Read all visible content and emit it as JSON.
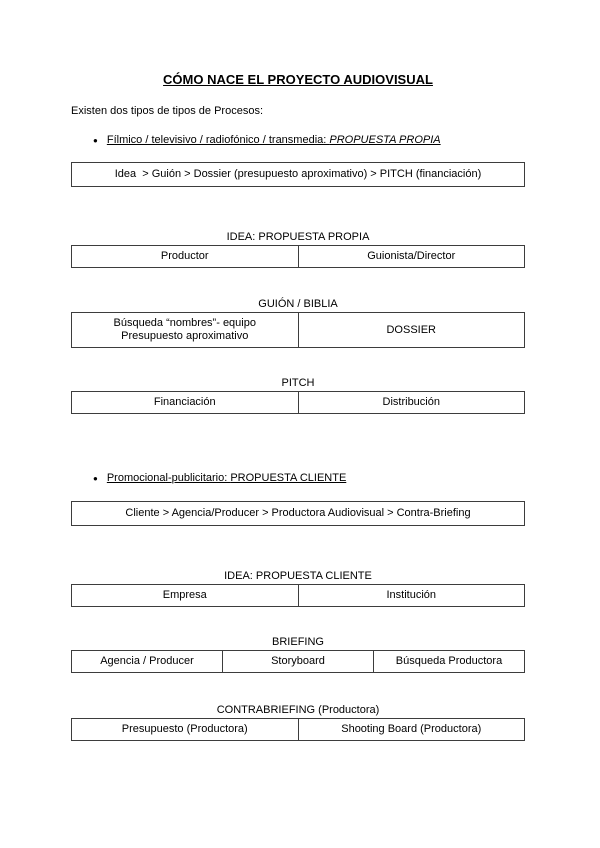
{
  "doc": {
    "title": "CÓMO NACE EL PROYECTO AUDIOVISUAL",
    "intro": "Existen dos tipos de tipos de Procesos:",
    "bullet_marker": "●"
  },
  "propia": {
    "bullet_prefix": "Fílmico / televisivo / radiofónico / transmedia: ",
    "bullet_emphasis": "PROPUESTA PROPIA",
    "flow": "Idea  > Guión > Dossier (presupuesto aproximativo) > PITCH (financiación)",
    "sections": [
      {
        "heading": "IDEA: PROPUESTA PROPIA",
        "cells": [
          "Productor",
          "Guionista/Director"
        ]
      },
      {
        "heading": "GUIÓN / BIBLIA",
        "cells": [
          "Búsqueda “nombres”- equipo\nPresupuesto aproximativo",
          "DOSSIER"
        ]
      },
      {
        "heading": "PITCH",
        "cells": [
          "Financiación",
          "Distribución"
        ]
      }
    ]
  },
  "cliente": {
    "bullet_prefix": "Promocional-publicitario: ",
    "bullet_emphasis": "PROPUESTA CLIENTE",
    "flow": "Cliente > Agencia/Producer > Productora Audiovisual > Contra-Briefing",
    "sections": [
      {
        "heading": "IDEA: PROPUESTA CLIENTE",
        "cells": [
          "Empresa",
          "Institución"
        ]
      },
      {
        "heading": "BRIEFING",
        "cells": [
          "Agencia / Producer",
          "Storyboard",
          "Búsqueda Productora"
        ]
      },
      {
        "heading": "CONTRABRIEFING (Productora)",
        "cells": [
          "Presupuesto (Productora)",
          "Shooting Board (Productora)"
        ]
      }
    ]
  },
  "colors": {
    "text": "#000000",
    "border": "#3d3d3d",
    "background": "#ffffff"
  }
}
